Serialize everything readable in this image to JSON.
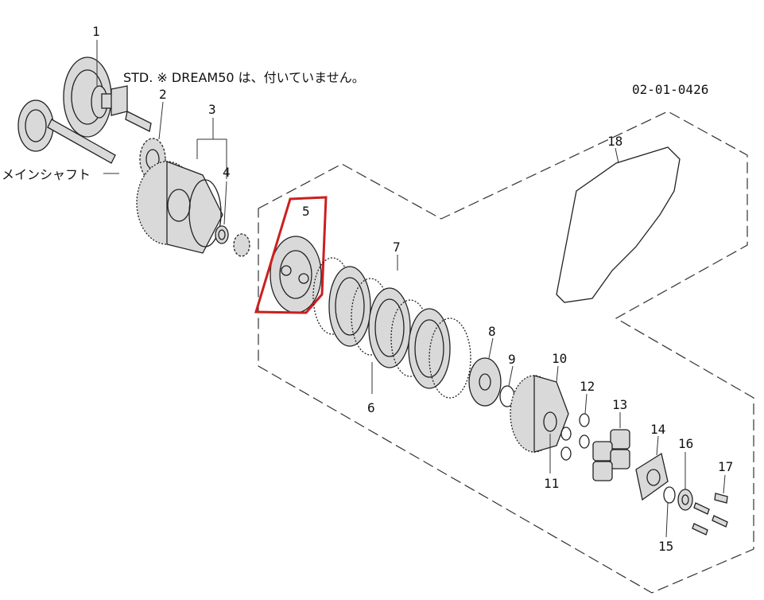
{
  "diagram": {
    "code": "02-01-0426",
    "note": "STD. ※ DREAM50 は、付いていません。",
    "shaft_label": "メインシャフト",
    "highlight_color": "#cc1f1f",
    "parts": [
      {
        "num": "1"
      },
      {
        "num": "2"
      },
      {
        "num": "3"
      },
      {
        "num": "4"
      },
      {
        "num": "5"
      },
      {
        "num": "6"
      },
      {
        "num": "7"
      },
      {
        "num": "8"
      },
      {
        "num": "9"
      },
      {
        "num": "10"
      },
      {
        "num": "11"
      },
      {
        "num": "12"
      },
      {
        "num": "13"
      },
      {
        "num": "14"
      },
      {
        "num": "15"
      },
      {
        "num": "16"
      },
      {
        "num": "17"
      },
      {
        "num": "18"
      }
    ],
    "highlighted_part": "5"
  }
}
